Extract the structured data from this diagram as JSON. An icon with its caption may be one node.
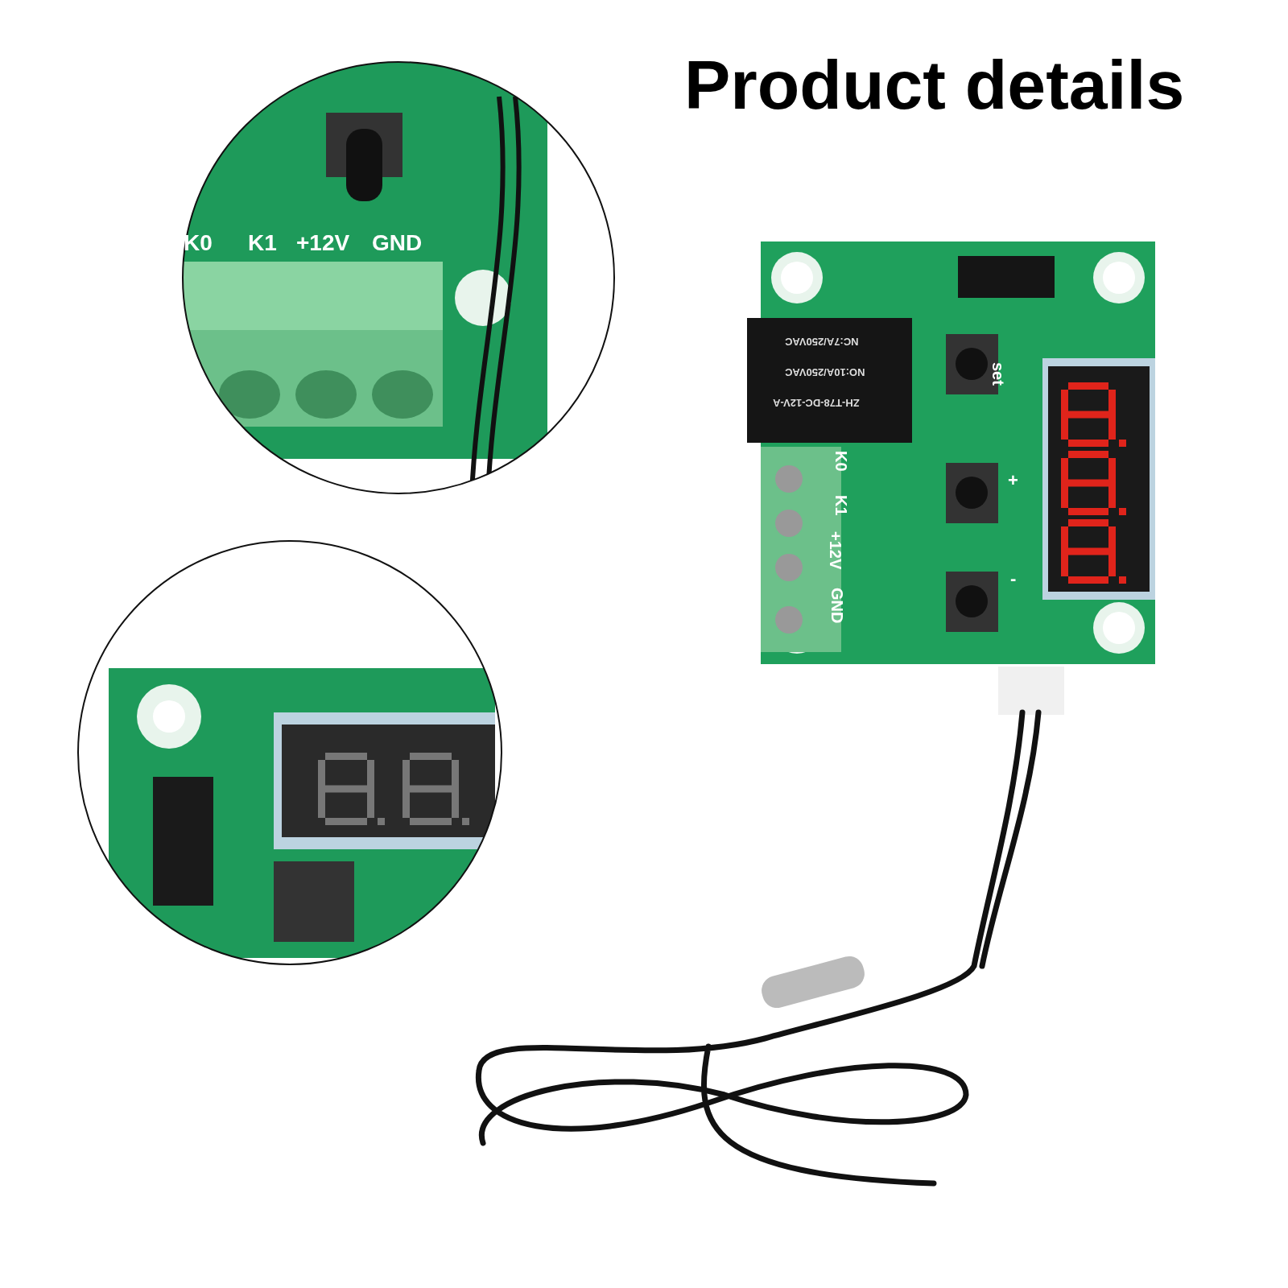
{
  "diagram": {
    "title": "Product details",
    "labels": [
      "K0",
      "K1",
      "+12V",
      "GND",
      "NC:7A/250VAC",
      "NO:10A/250VAC",
      "ZH-T78-DC-12V-A",
      "set",
      "K0",
      "K1",
      "+12V",
      "GND",
      "+",
      "-"
    ]
  }
}
